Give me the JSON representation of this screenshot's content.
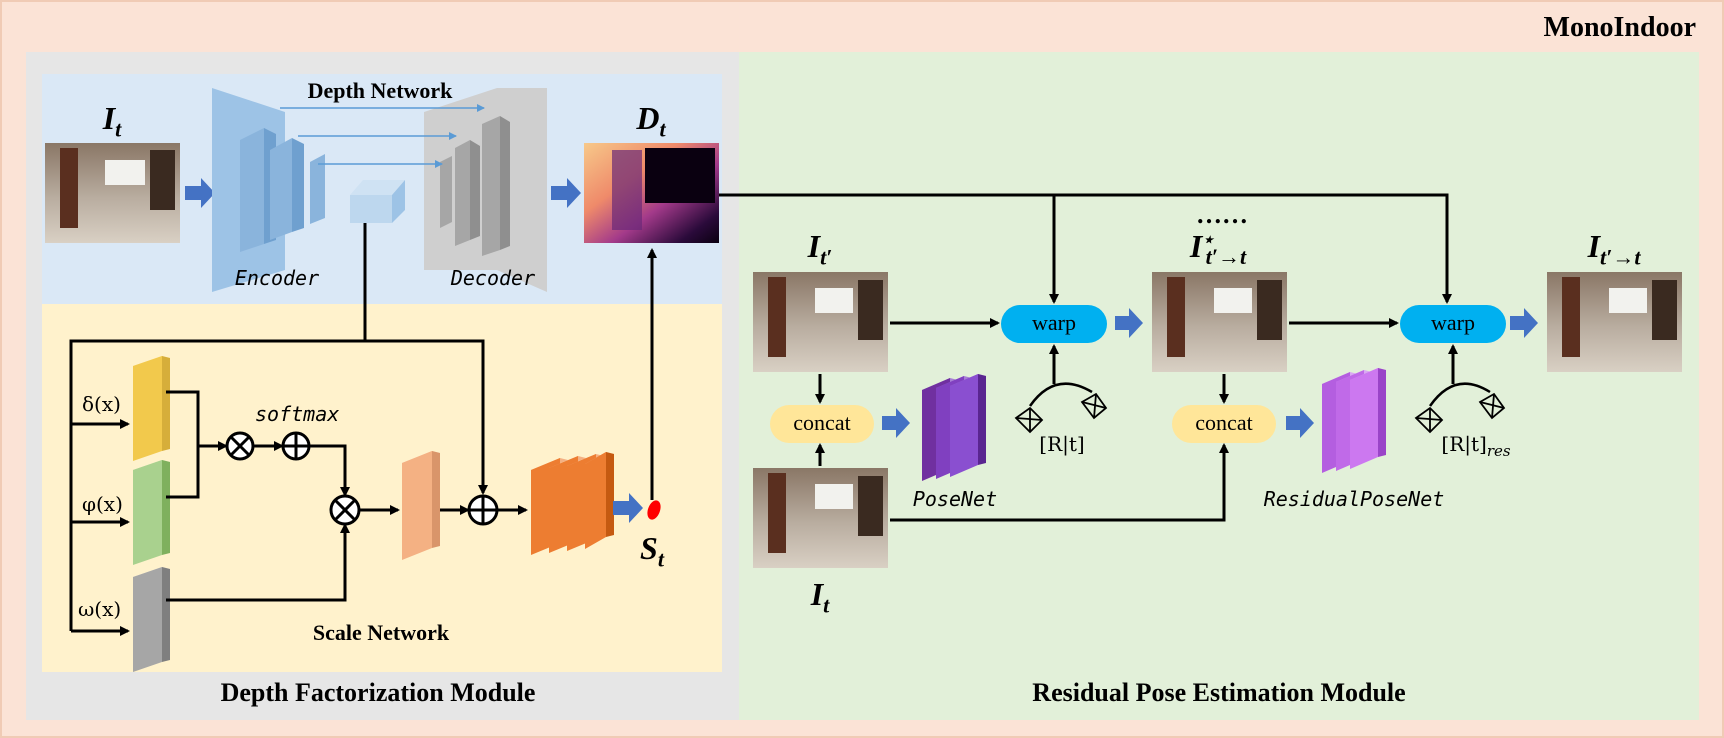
{
  "title": "MonoIndoor",
  "modules": {
    "depth": "Depth Factorization Module",
    "pose": "Residual Pose Estimation Module"
  },
  "depth_network": {
    "title": "Depth Network",
    "encoder": "Encoder",
    "decoder": "Decoder",
    "input_label": "I",
    "input_sub": "t",
    "output_label": "D",
    "output_sub": "t"
  },
  "scale_network": {
    "title": "Scale Network",
    "delta": "δ(x)",
    "phi": "φ(x)",
    "omega": "ω(x)",
    "softmax": "softmax",
    "scale_label": "S",
    "scale_sub": "t"
  },
  "pose": {
    "source_label": "I",
    "source_sub": "t′",
    "target_label": "I",
    "target_sub": "t",
    "warped_label": "I",
    "warped_sup": "⋆",
    "warped_sub": "t′→t",
    "final_label": "I",
    "final_sub": "t′→t",
    "ellipsis": "……",
    "warp": "warp",
    "concat": "concat",
    "posenet": "PoseNet",
    "residual_posenet": "ResidualPoseNet",
    "rt": "[R|t]",
    "rt_res_main": "[R|t]",
    "rt_res_sub": "res"
  },
  "colors": {
    "outer_bg": "#fbe3d6",
    "depth_module_bg": "#e6e6e6",
    "pose_module_bg": "#e2f0d9",
    "depth_net_bg": "#dae8f6",
    "scale_net_bg": "#fff2cc",
    "warp_fill": "#00b0f0",
    "concat_fill": "#ffe699",
    "posenet_fill": "#7030a0",
    "arrow_fill": "#4472c4"
  }
}
